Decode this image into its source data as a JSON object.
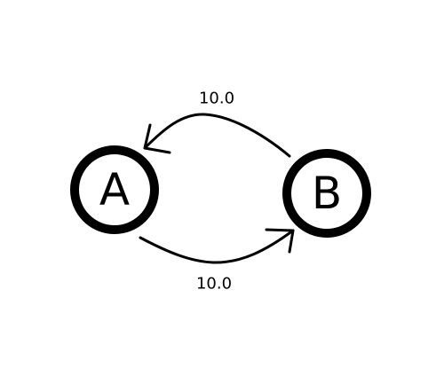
{
  "diagram": {
    "type": "state-graph",
    "nodes": [
      {
        "id": "A",
        "label": "A"
      },
      {
        "id": "B",
        "label": "B"
      }
    ],
    "edges": [
      {
        "from": "B",
        "to": "A",
        "label": "10.0"
      },
      {
        "from": "A",
        "to": "B",
        "label": "10.0"
      }
    ]
  },
  "colors": {
    "stroke": "#000000",
    "background": "#ffffff"
  }
}
